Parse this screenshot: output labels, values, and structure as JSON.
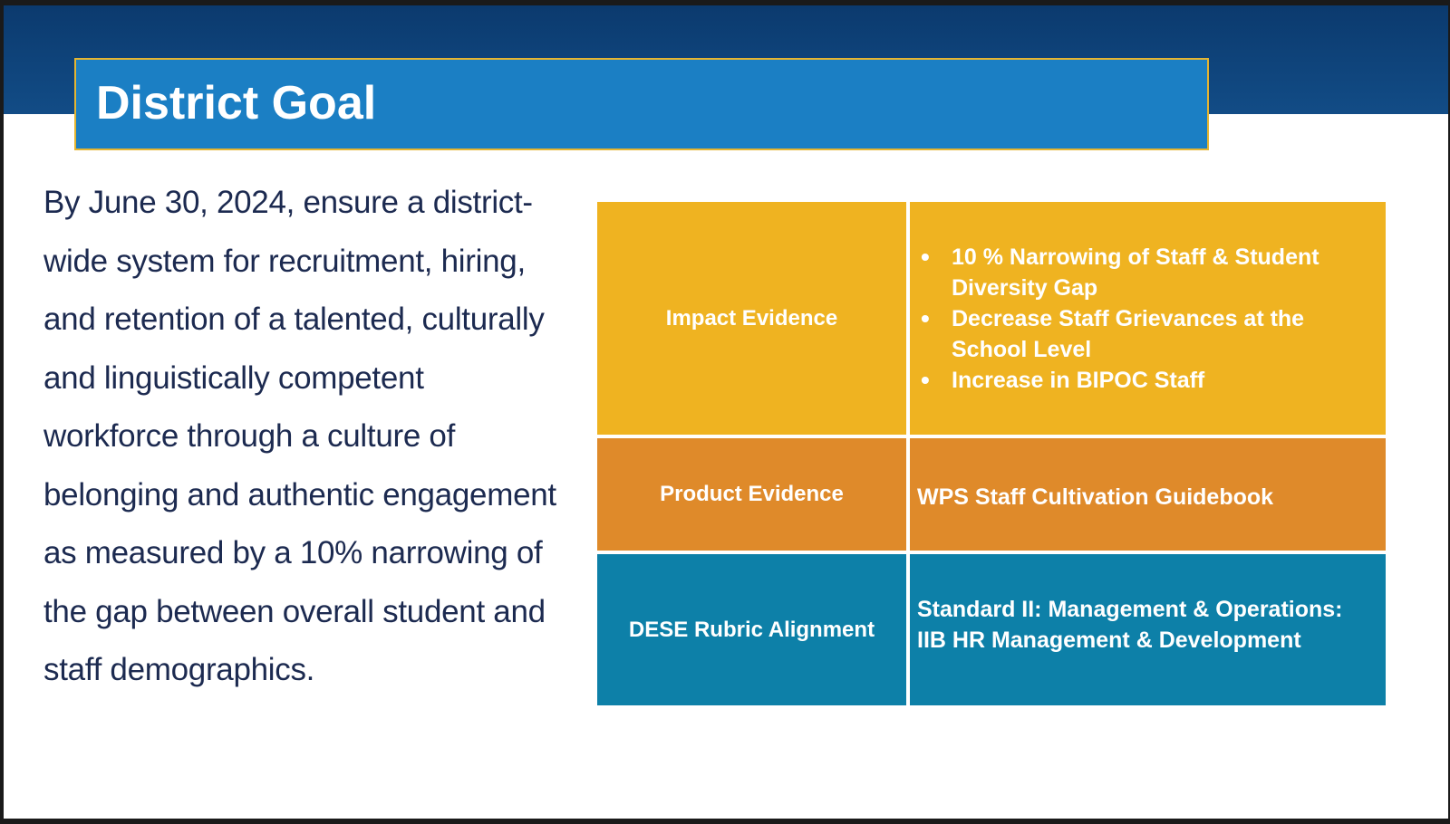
{
  "title": "District Goal",
  "goal_text": "By June 30, 2024, ensure a district-wide system for recruitment, hiring, and retention of a talented, culturally and linguistically competent workforce through a culture of belonging and authentic engagement as measured by a 10% narrowing of the gap between overall student and staff demographics.",
  "colors": {
    "header_band": "#0b3a6e",
    "title_bar": "#1b7fc4",
    "title_border": "#e5b531",
    "goal_text": "#1c2a50",
    "impact": "#efb321",
    "product": "#df8a2a",
    "dese": "#0d80a8"
  },
  "table": {
    "rows": [
      {
        "label": "Impact Evidence",
        "bullets": [
          "10 % Narrowing of Staff & Student Diversity Gap",
          "Decrease Staff Grievances at the School Level",
          "Increase in BIPOC Staff"
        ]
      },
      {
        "label": "Product Evidence",
        "value": "WPS Staff Cultivation Guidebook"
      },
      {
        "label": "DESE Rubric Alignment",
        "value_line1": "Standard II: Management & Operations:",
        "value_line2": "IIB HR Management & Development"
      }
    ]
  }
}
